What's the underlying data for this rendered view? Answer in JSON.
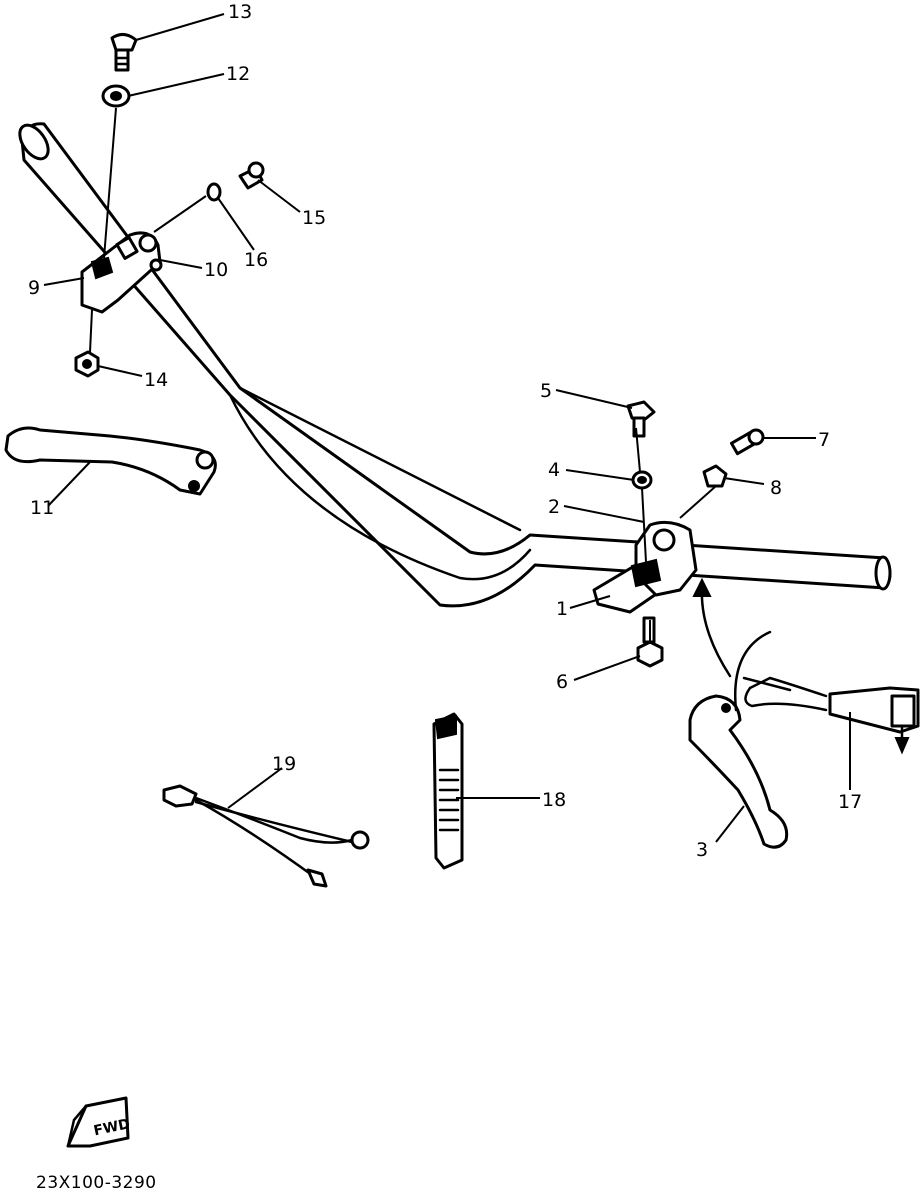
{
  "callouts": {
    "c1": "1",
    "c2": "2",
    "c3": "3",
    "c4": "4",
    "c5": "5",
    "c6": "6",
    "c7": "7",
    "c8": "8",
    "c9": "9",
    "c10": "10",
    "c11": "11",
    "c12": "12",
    "c13": "13",
    "c14": "14",
    "c15": "15",
    "c16": "16",
    "c17": "17",
    "c18": "18",
    "c19": "19"
  },
  "fwd_label": "FWD",
  "drawing_code": "23X100-3290"
}
